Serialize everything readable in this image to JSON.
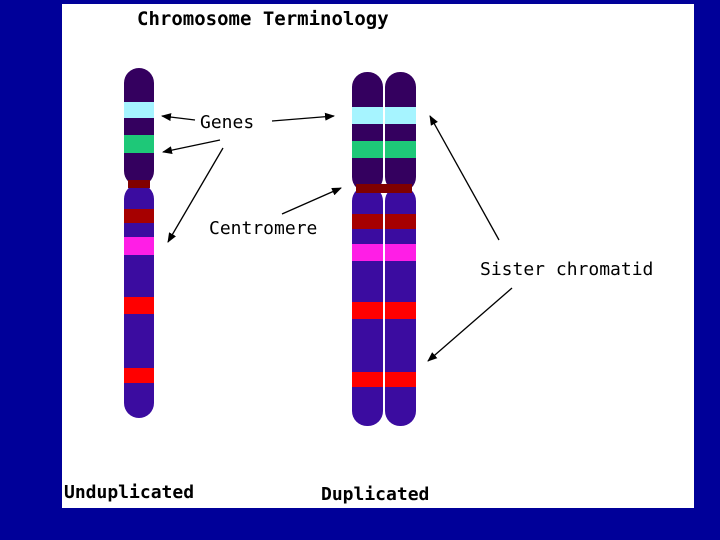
{
  "title": "Chromosome Terminology",
  "labels": {
    "genes": "Genes",
    "centromere": "Centromere",
    "sister_chromatid": "Sister chromatid",
    "unduplicated": "Unduplicated",
    "duplicated": "Duplicated"
  },
  "colors": {
    "background": "#000099",
    "panel": "#ffffff",
    "chromosome_dark": "#34005f",
    "chromosome_body": "#3b0ca0",
    "band_cyan": "#a6f4ff",
    "band_green": "#1ec878",
    "band_darkred": "#a60000",
    "band_centromere": "#800000",
    "band_magenta": "#ff1ee6",
    "band_red": "#ff0000",
    "arrow": "#000000"
  }
}
